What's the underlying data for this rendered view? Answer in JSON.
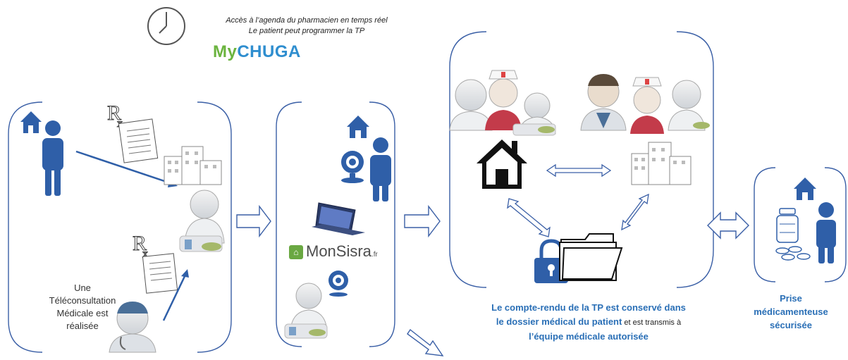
{
  "intro_line_1": "Accès à l’agenda du pharmacien en temps réel",
  "intro_line_2": "Le patient peut programmer la TP",
  "logo_mychuga": {
    "my": "My",
    "chuga": "CHUGA"
  },
  "step1_text": [
    "Une",
    "Téléconsultation",
    "Médicale est",
    "réalisée"
  ],
  "logo_monsisra": {
    "badge": "⌂",
    "name": "MonSisra",
    "suffix": ".fr"
  },
  "caption": {
    "part1": "Le compte-rendu de la TP est conservé dans le dossier médical du patient",
    "part2": " et est transmis à ",
    "part3": "l’équipe médicale autorisée"
  },
  "final_text": [
    "Prise",
    "médicamenteuse",
    "sécurisée"
  ],
  "colors": {
    "blue": "#2f5fa8",
    "text_blue": "#2a6fb6",
    "green": "#6bb43f"
  },
  "icons": [
    "clock-icon",
    "home-icon",
    "person-icon",
    "prescription-icon",
    "hospital-icon",
    "pharmacist-icon",
    "doctor-icon",
    "webcam-icon",
    "laptop-icon",
    "nurse-icon",
    "lock-icon",
    "folder-icon",
    "pill-bottle-icon",
    "arrow-icon"
  ]
}
